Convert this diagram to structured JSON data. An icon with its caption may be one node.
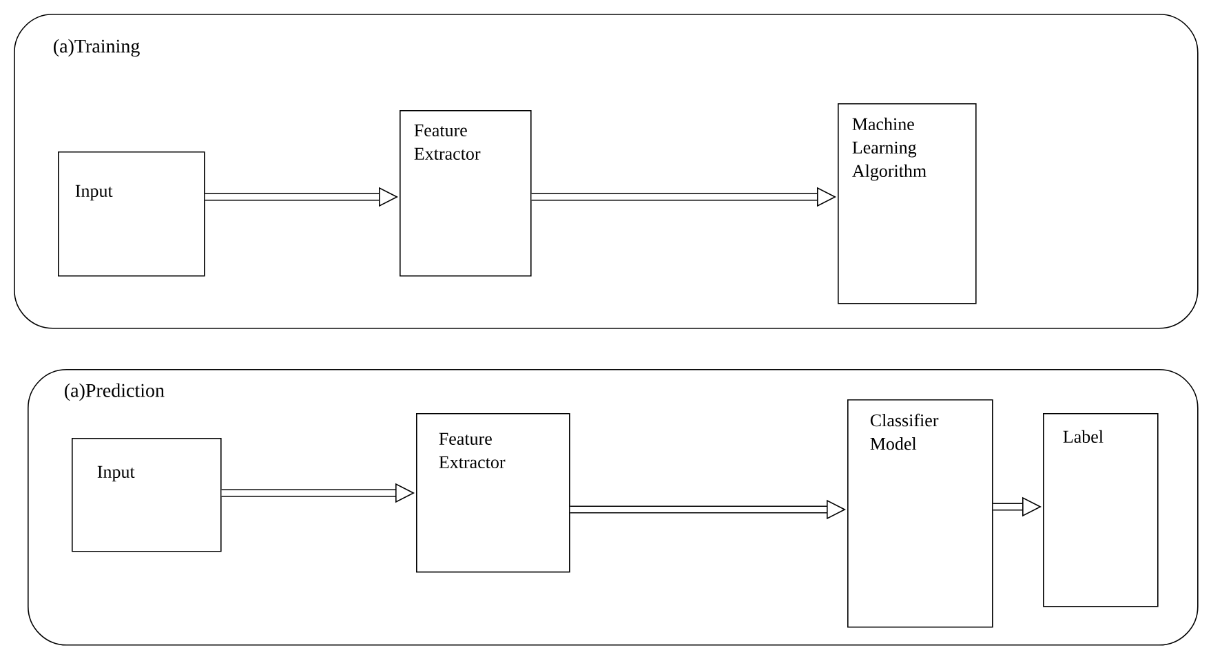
{
  "diagram": {
    "nodes": [
      {
        "text": [
          "(a)Training"
        ]
      },
      {
        "text": [
          "Input"
        ],
        "in": 0
      },
      {
        "text": [
          "Feature Extractor"
        ],
        "in": 0
      },
      {
        "text": [
          "Machine Learning Algorithm"
        ],
        "in": 0
      },
      {
        "text": [
          "(a)Prediction"
        ]
      },
      {
        "text": [
          "Input"
        ],
        "in": 4
      },
      {
        "text": [
          "Feature Extractor"
        ],
        "in": 4
      },
      {
        "text": [
          "Classifier Model"
        ],
        "in": 4
      },
      {
        "text": [
          "Label"
        ],
        "in": 4
      }
    ],
    "edges": [
      {
        "from": 1,
        "to": 2,
        "arrow": "to"
      },
      {
        "from": 2,
        "to": 3,
        "arrow": "to"
      },
      {
        "from": 5,
        "to": 6,
        "arrow": "to"
      },
      {
        "from": 6,
        "to": 7,
        "arrow": "to"
      },
      {
        "from": 7,
        "to": 8,
        "arrow": "to"
      }
    ]
  }
}
